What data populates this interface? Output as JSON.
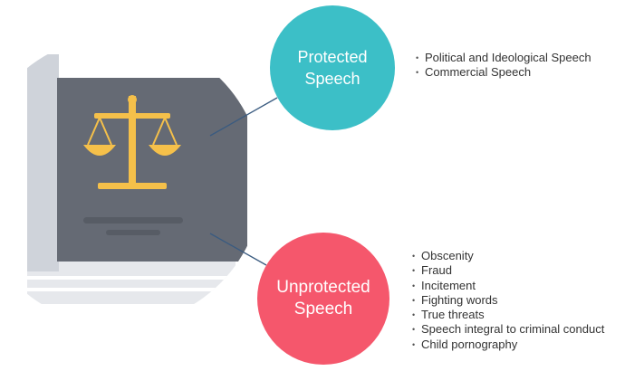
{
  "colors": {
    "protected": "#3cbfc7",
    "unprotected": "#f5576c",
    "book_cover": "#656a74",
    "book_spine": "#cfd3da",
    "book_pages": "#e6e8ec",
    "scale": "#f5c04a",
    "connector": "#3a5b80"
  },
  "icons": [
    "book-icon",
    "scales-of-justice-icon"
  ],
  "protected": {
    "label": "Protected\nSpeech",
    "items": [
      "Political and Ideological Speech",
      "Commercial Speech"
    ]
  },
  "unprotected": {
    "label": "Unprotected\nSpeech",
    "items": [
      "Obscenity",
      "Fraud",
      "Incitement",
      "Fighting words",
      "True threats",
      "Speech integral to criminal conduct",
      "Child pornography"
    ]
  }
}
